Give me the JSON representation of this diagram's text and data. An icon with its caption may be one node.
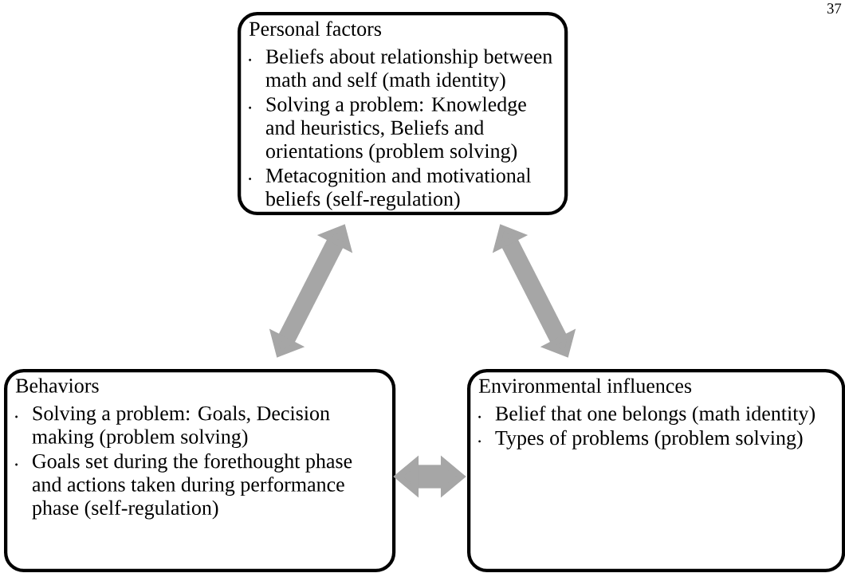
{
  "diagram": {
    "nodes": [
      {
        "text": [
          "Personal factors",
          "Beliefs about relationship between math and self (math identity)",
          "Solving a problem: Knowledge and heuristics, Beliefs and orientations (problem solving)",
          "Metacognition and motivational beliefs (self-regulation)"
        ]
      },
      {
        "text": [
          "Behaviors",
          "Solving a problem: Goals, Decision making (problem solving)",
          "Goals set during the forethought phase and actions taken during performance phase (self-regulation)"
        ]
      },
      {
        "text": [
          "Environmental influences",
          "Belief that one belongs (math identity)",
          "Types of problems (problem solving)"
        ]
      }
    ],
    "edges": [
      {
        "from": 0,
        "to": 1,
        "arrow": "both"
      },
      {
        "from": 0,
        "to": 2,
        "arrow": "both"
      },
      {
        "from": 1,
        "to": 2,
        "arrow": "both"
      }
    ],
    "labels": [
      "37"
    ]
  }
}
